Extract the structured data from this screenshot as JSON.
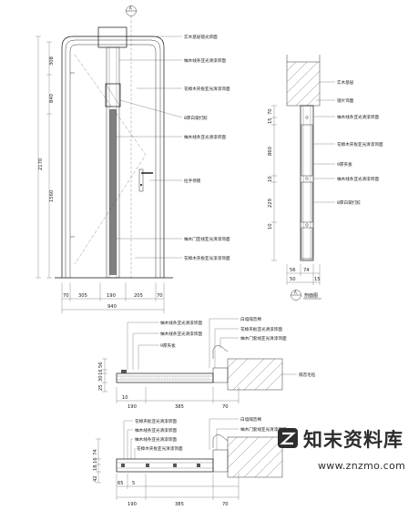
{
  "elevation": {
    "section_marker": "A",
    "callouts": [
      "实木基层镜光饰面",
      "柚木线条亚光清漆饰面",
      "花樟木夹板亚光清漆饰面",
      "8厚白玻打胶",
      "柚木线条亚光清漆饰面",
      "拉手停锁",
      "柚木门亚线亚光清漆饰面",
      "花樟木夹板亚光漆漆饰面"
    ],
    "vertical_dims": [
      "308",
      "840",
      "1560",
      "2170"
    ],
    "horizontal_dims": [
      "70",
      "305",
      "190",
      "205",
      "70"
    ],
    "total_width": "940"
  },
  "section_a": {
    "marker": "A",
    "title": "剖面图",
    "callouts": [
      "实木基层",
      "镜片饰面",
      "柚木线条亚光清漆饰面",
      "花樟木夹板亚光清漆饰面",
      "9厚夹板",
      "柚木线条亚光清漆饰面",
      "8厚白玻打胶"
    ],
    "vertical_dims": [
      "70",
      "15",
      "860",
      "10",
      "229",
      "10"
    ],
    "horizontal_dims": [
      "50",
      "56",
      "74",
      "15"
    ]
  },
  "plan_upper": {
    "callouts_left": [
      "柚木线条亚光清漆饰面",
      "柚木线条亚光清漆饰面",
      "9厚夹板"
    ],
    "callouts_right": [
      "白墙隔音棉",
      "花樟夹板亚光清漆饰面",
      "柚木门套线亚光清漆饰面"
    ],
    "wall_label": "隔音毛毡",
    "vertical_dims": [
      "56",
      "16",
      "30",
      "25"
    ],
    "horizontal_dims": [
      "190",
      "385",
      "70"
    ],
    "small_dim": "10"
  },
  "plan_lower": {
    "callouts_left": [
      "花樟夹板亚光清漆饰面",
      "柚木线条亚光清漆饰面",
      "柚木线条亚光清漆饰面",
      "花樟木夹板亚光清漆饰面"
    ],
    "callouts_right": [
      "白墙隔音棉",
      "柚木门套线亚光清漆饰面"
    ],
    "vertical_dims": [
      "74",
      "16",
      "18",
      "42"
    ],
    "horizontal_dims": [
      "190",
      "385",
      "70"
    ],
    "small_dims": [
      "65",
      "5"
    ]
  },
  "watermark": {
    "brand": "知末资料库",
    "url": "www.znzmo.com"
  }
}
